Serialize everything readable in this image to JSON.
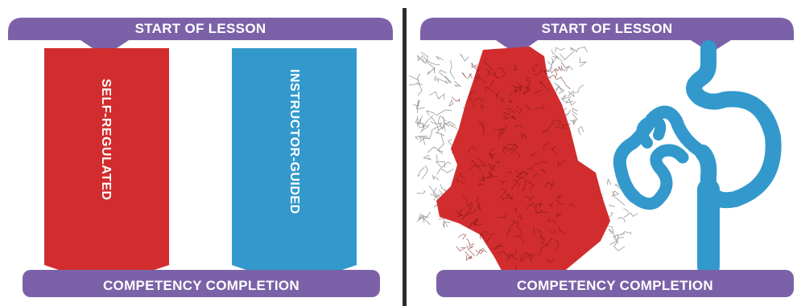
{
  "left_panel": {
    "start_label": "START OF LESSON",
    "end_label": "COMPETENCY COMPLETION",
    "arrows": [
      {
        "label": "SELF-REGULATED",
        "color": "#d12d2e"
      },
      {
        "label": "INSTRUCTOR-GUIDED",
        "color": "#3399cc"
      }
    ]
  },
  "right_panel": {
    "start_label": "START OF LESSON",
    "end_label": "COMPETENCY COMPLETION"
  },
  "colors": {
    "banner": "#7b62a8",
    "red": "#d12d2e",
    "blue": "#3399cc",
    "divider": "#2d2d2d",
    "network_gray": "#9a9a9a"
  }
}
